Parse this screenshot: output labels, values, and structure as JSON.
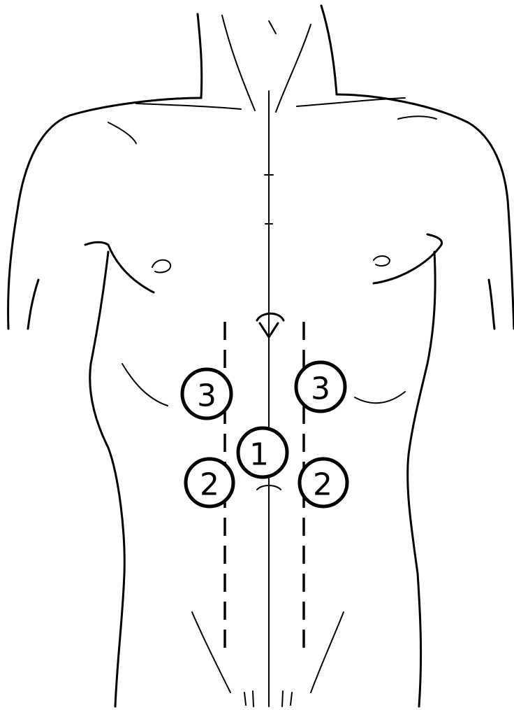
{
  "ports": [
    {
      "id": "port-1-umbilical",
      "label": "1"
    },
    {
      "id": "port-2-left",
      "label": "2"
    },
    {
      "id": "port-2-right",
      "label": "2"
    },
    {
      "id": "port-3-left",
      "label": "3"
    },
    {
      "id": "port-3-right",
      "label": "3"
    }
  ],
  "colors": {
    "line": "#000000",
    "background": "#ffffff"
  }
}
